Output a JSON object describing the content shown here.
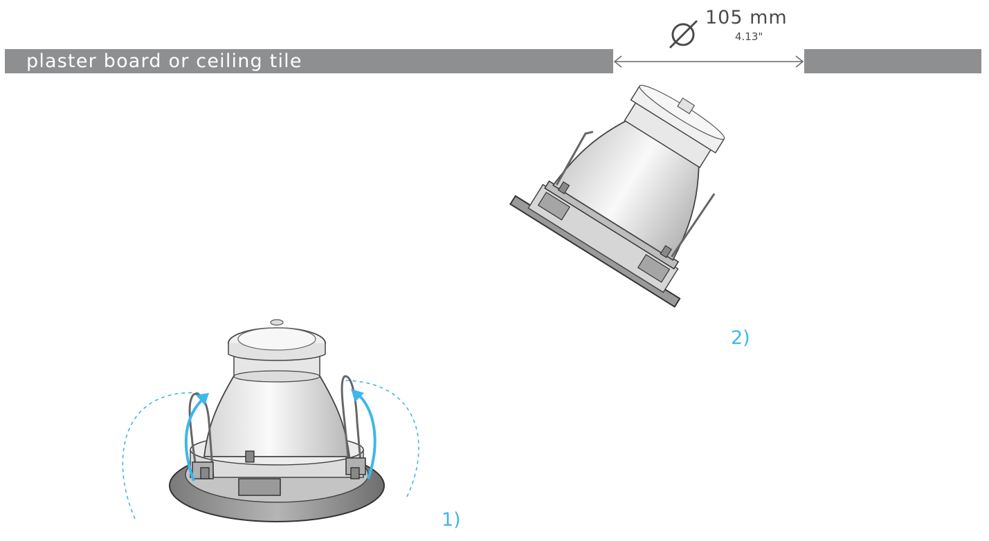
{
  "label": "plaster board or ceiling tile",
  "dimension": {
    "mm": "105 mm",
    "inch": "4.13\""
  },
  "steps": {
    "one": "1)",
    "two": "2)"
  },
  "colors": {
    "bar": "#8e8f91",
    "accent": "#3fb6ea",
    "text": "#4a4a4a"
  },
  "icons": {
    "diameter": "diameter-icon",
    "arrow": "double-arrow-icon"
  }
}
